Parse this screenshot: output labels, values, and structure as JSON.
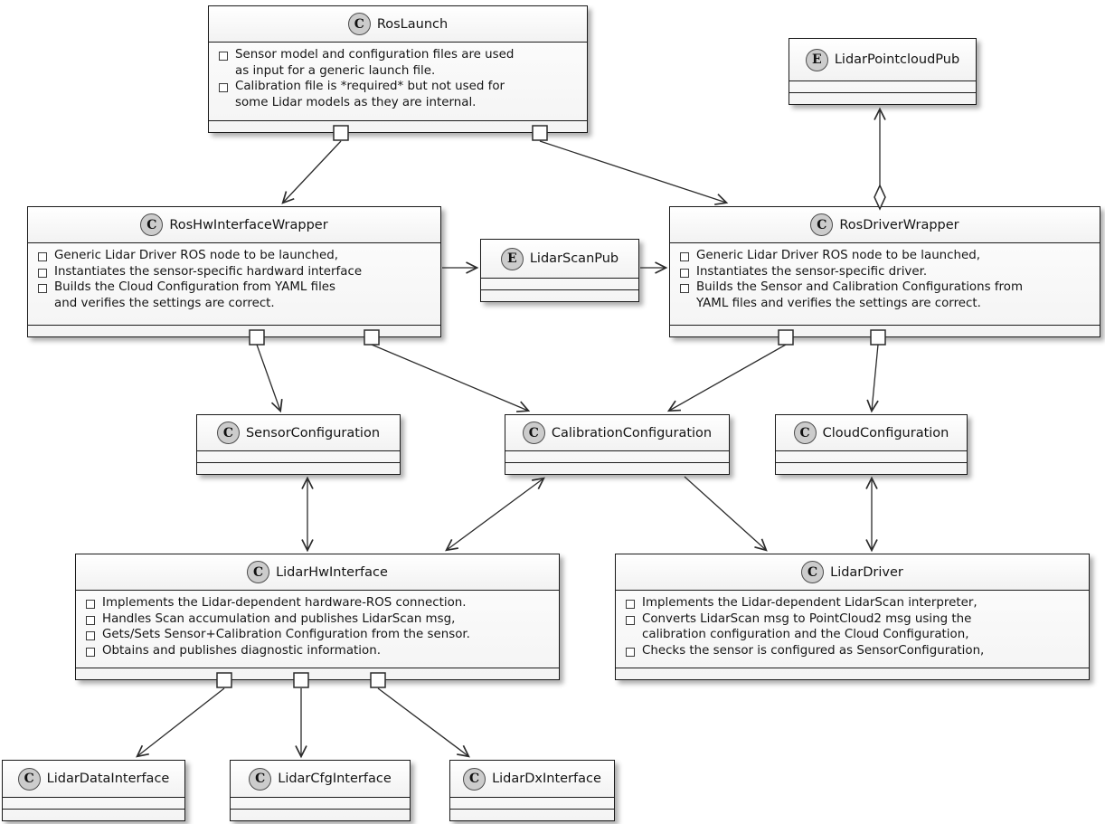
{
  "diagram": {
    "type": "uml-class-diagram",
    "colors": {
      "line": "#2b2b2b",
      "box_border": "#1b1b1b",
      "badge_fill": "#cccccc",
      "box_fill": "#fbfbfb"
    },
    "classes": {
      "ros_launch": {
        "stereotype": "C",
        "name": "RosLaunch",
        "members": [
          "Sensor model and configuration files are used\nas input for a generic launch file.",
          "Calibration file is *required* but not used for\nsome Lidar models as they are internal."
        ]
      },
      "lidar_pointcloud_pub": {
        "stereotype": "E",
        "name": "LidarPointcloudPub",
        "members": []
      },
      "ros_hw_interface_wrapper": {
        "stereotype": "C",
        "name": "RosHwInterfaceWrapper",
        "members": [
          "Generic Lidar Driver ROS node to be launched,",
          "Instantiates the sensor-specific hardward interface",
          "Builds the Cloud Configuration from YAML files\nand verifies the settings are correct."
        ]
      },
      "lidar_scan_pub": {
        "stereotype": "E",
        "name": "LidarScanPub",
        "members": []
      },
      "ros_driver_wrapper": {
        "stereotype": "C",
        "name": "RosDriverWrapper",
        "members": [
          "Generic Lidar Driver ROS node to be launched,",
          "Instantiates the sensor-specific driver.",
          "Builds the Sensor and Calibration Configurations from\nYAML files and verifies the settings are correct."
        ]
      },
      "sensor_configuration": {
        "stereotype": "C",
        "name": "SensorConfiguration",
        "members": []
      },
      "calibration_configuration": {
        "stereotype": "C",
        "name": "CalibrationConfiguration",
        "members": []
      },
      "cloud_configuration": {
        "stereotype": "C",
        "name": "CloudConfiguration",
        "members": []
      },
      "lidar_hw_interface": {
        "stereotype": "C",
        "name": "LidarHwInterface",
        "members": [
          "Implements the Lidar-dependent hardware-ROS connection.",
          "Handles Scan accumulation and publishes LidarScan msg,",
          "Gets/Sets Sensor+Calibration Configuration from the sensor.",
          "Obtains and publishes diagnostic information."
        ]
      },
      "lidar_driver": {
        "stereotype": "C",
        "name": "LidarDriver",
        "members": [
          "Implements the Lidar-dependent LidarScan interpreter,",
          "Converts LidarScan msg to PointCloud2 msg using the\ncalibration configuration and the Cloud Configuration,",
          "Checks the sensor is configured as SensorConfiguration,"
        ]
      },
      "lidar_data_interface": {
        "stereotype": "C",
        "name": "LidarDataInterface",
        "members": []
      },
      "lidar_cfg_interface": {
        "stereotype": "C",
        "name": "LidarCfgInterface",
        "members": []
      },
      "lidar_dx_interface": {
        "stereotype": "C",
        "name": "LidarDxInterface",
        "members": []
      }
    },
    "edges": [
      {
        "from": "RosLaunch",
        "to": "RosHwInterfaceWrapper",
        "style": "port-arrow"
      },
      {
        "from": "RosLaunch",
        "to": "RosDriverWrapper",
        "style": "port-arrow"
      },
      {
        "from": "RosHwInterfaceWrapper",
        "to": "LidarScanPub",
        "style": "arrow"
      },
      {
        "from": "LidarScanPub",
        "to": "RosDriverWrapper",
        "style": "arrow"
      },
      {
        "from": "RosDriverWrapper",
        "to": "LidarPointcloudPub",
        "style": "aggregation-arrow"
      },
      {
        "from": "RosHwInterfaceWrapper",
        "to": "SensorConfiguration",
        "style": "port-arrow"
      },
      {
        "from": "RosHwInterfaceWrapper",
        "to": "CalibrationConfiguration",
        "style": "port-arrow"
      },
      {
        "from": "RosDriverWrapper",
        "to": "CalibrationConfiguration",
        "style": "port-arrow"
      },
      {
        "from": "RosDriverWrapper",
        "to": "CloudConfiguration",
        "style": "port-arrow"
      },
      {
        "from": "SensorConfiguration",
        "to": "LidarHwInterface",
        "style": "double-arrow"
      },
      {
        "from": "CalibrationConfiguration",
        "to": "LidarHwInterface",
        "style": "double-arrow"
      },
      {
        "from": "CalibrationConfiguration",
        "to": "LidarDriver",
        "style": "arrow"
      },
      {
        "from": "CloudConfiguration",
        "to": "LidarDriver",
        "style": "double-arrow"
      },
      {
        "from": "LidarHwInterface",
        "to": "LidarDataInterface",
        "style": "port-arrow"
      },
      {
        "from": "LidarHwInterface",
        "to": "LidarCfgInterface",
        "style": "port-arrow"
      },
      {
        "from": "LidarHwInterface",
        "to": "LidarDxInterface",
        "style": "port-arrow"
      }
    ]
  }
}
